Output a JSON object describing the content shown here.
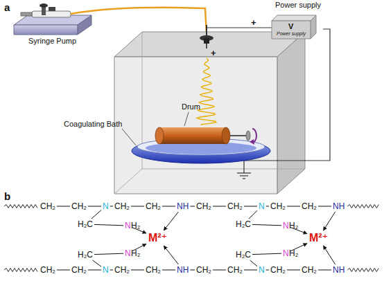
{
  "diagram": {
    "nodes": [
      {
        "text": [
          "Syringe Pump"
        ]
      },
      {
        "text": [
          "Power supply",
          "V",
          "Power supply"
        ]
      }
    ],
    "labels": [
      "a",
      "+",
      "+",
      "Drum",
      "Coagulating Bath",
      "b",
      "CH₂",
      "CH₂",
      "N",
      "CH₂",
      "CH₂",
      "NH",
      "CH₂",
      "CH₂",
      "N",
      "CH₂",
      "CH₂",
      "NH",
      "H₂C",
      "N",
      "H₂",
      "M²⁺",
      "H₂C",
      "N",
      "H₂",
      "H₂C",
      "N",
      "H₂",
      "M²⁺",
      "H₂C",
      "N",
      "H₂",
      "CH₂",
      "CH₂",
      "N",
      "CH₂",
      "CH₂",
      "NH",
      "CH₂",
      "CH₂",
      "N",
      "CH₂",
      "CH₂",
      "NH"
    ]
  }
}
